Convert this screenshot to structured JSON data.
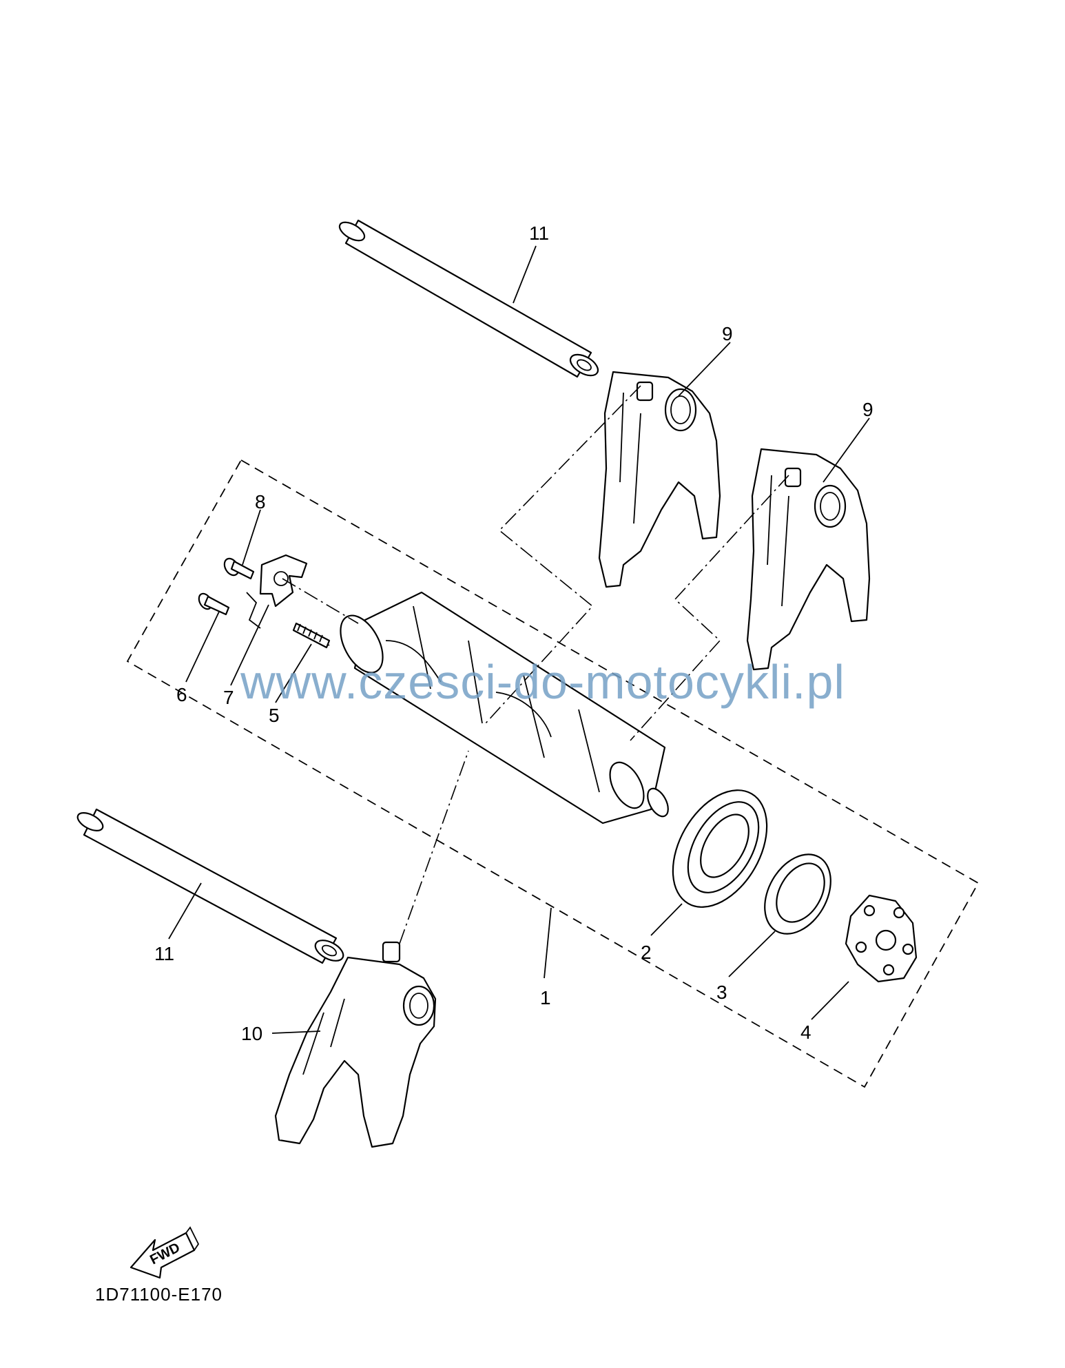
{
  "diagram_code": "1D71100-E170",
  "watermark": "www.czesci-do-motocykli.pl",
  "fwd_label": "FWD",
  "callouts": [
    "1",
    "2",
    "3",
    "4",
    "5",
    "6",
    "7",
    "8",
    "9",
    "9",
    "10",
    "11",
    "11"
  ],
  "parts": [
    {
      "ref": "1"
    },
    {
      "ref": "2"
    },
    {
      "ref": "3"
    },
    {
      "ref": "4"
    },
    {
      "ref": "5"
    },
    {
      "ref": "6"
    },
    {
      "ref": "7"
    },
    {
      "ref": "8"
    },
    {
      "ref": "9"
    },
    {
      "ref": "10"
    },
    {
      "ref": "11"
    }
  ]
}
